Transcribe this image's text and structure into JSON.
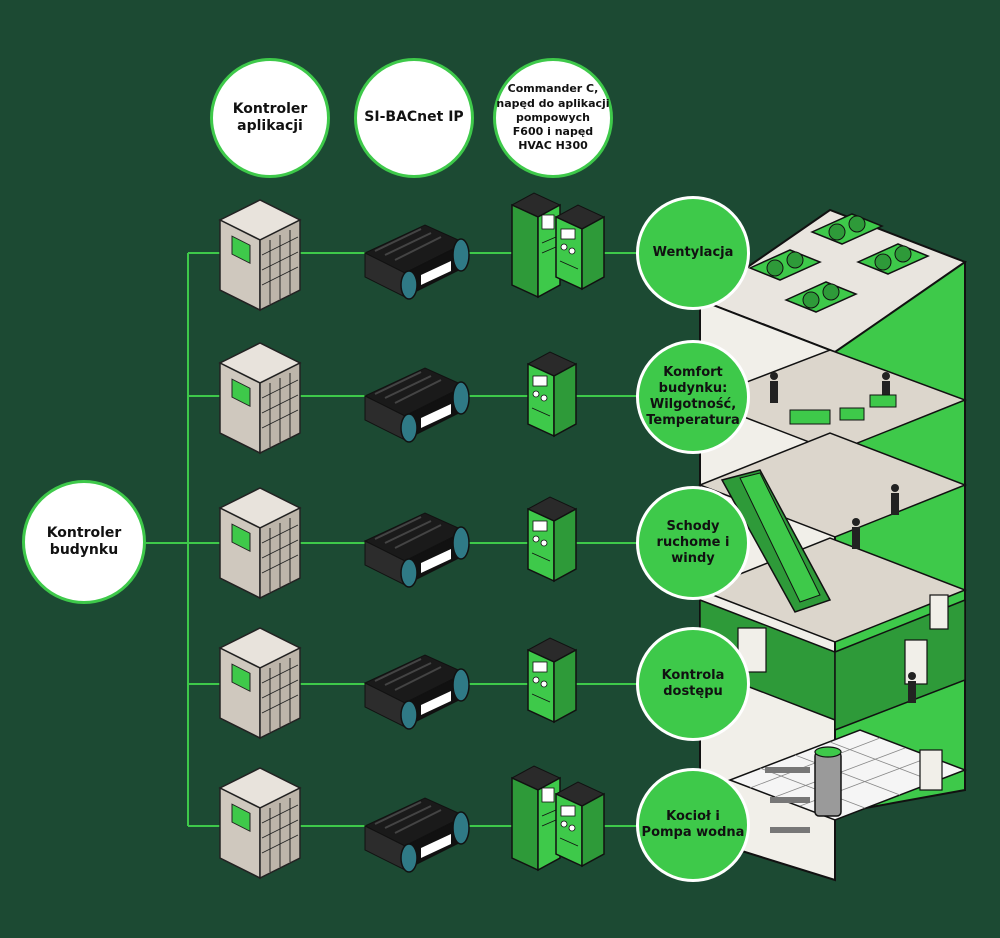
{
  "columns": {
    "controller": "Kontroler\naplikacji",
    "bacnet": "SI-BACnet IP",
    "drive": "Commander C,\nnapęd do aplikacji\npompowych\nF600 i napęd\nHVAC H300"
  },
  "building_controller": "Kontroler\nbudynku",
  "applications": [
    "Wentylacja",
    "Komfort\nbudynku:\nWilgotność,\nTemperatura",
    "Schody\nruchome i\nwindy",
    "Kontrola\ndostępu",
    "Kocioł i\nPompa wodna"
  ],
  "colors": {
    "background": "#1c4a33",
    "accent": "#3ec94a",
    "line": "#3ec94a"
  }
}
